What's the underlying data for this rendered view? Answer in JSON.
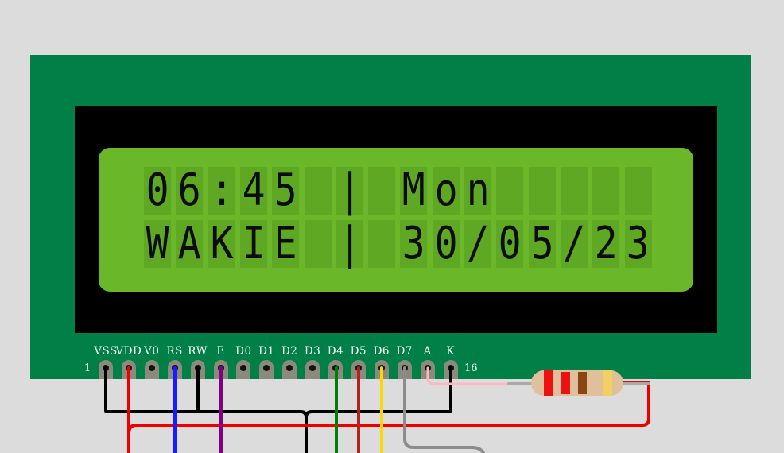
{
  "lcd": {
    "row1": [
      "0",
      "6",
      ":",
      "4",
      "5",
      " ",
      "|",
      " ",
      "M",
      "o",
      "n",
      " ",
      " ",
      " ",
      " ",
      " "
    ],
    "row2": [
      "W",
      "A",
      "K",
      "I",
      "E",
      " ",
      "|",
      " ",
      "3",
      "0",
      "/",
      "0",
      "5",
      "/",
      "2",
      "3"
    ],
    "text_color": "#0c0c0c",
    "backlight_color": "#6ab82a",
    "pcb_color": "#008047"
  },
  "pins": {
    "labels": [
      "VSS",
      "VDD",
      "V0",
      "RS",
      "RW",
      "E",
      "D0",
      "D1",
      "D2",
      "D3",
      "D4",
      "D5",
      "D6",
      "D7",
      "A",
      "K"
    ],
    "first_number": "1",
    "last_number": "16"
  },
  "wires": {
    "colors": {
      "gnd": "#000000",
      "vcc": "#ee0000",
      "rs": "#1a1aff",
      "e": "#800080",
      "d4": "#008000",
      "d5": "#b22222",
      "d6": "#ffd700",
      "d7": "#8c8c8c",
      "anode": "#ffb6c1"
    }
  }
}
